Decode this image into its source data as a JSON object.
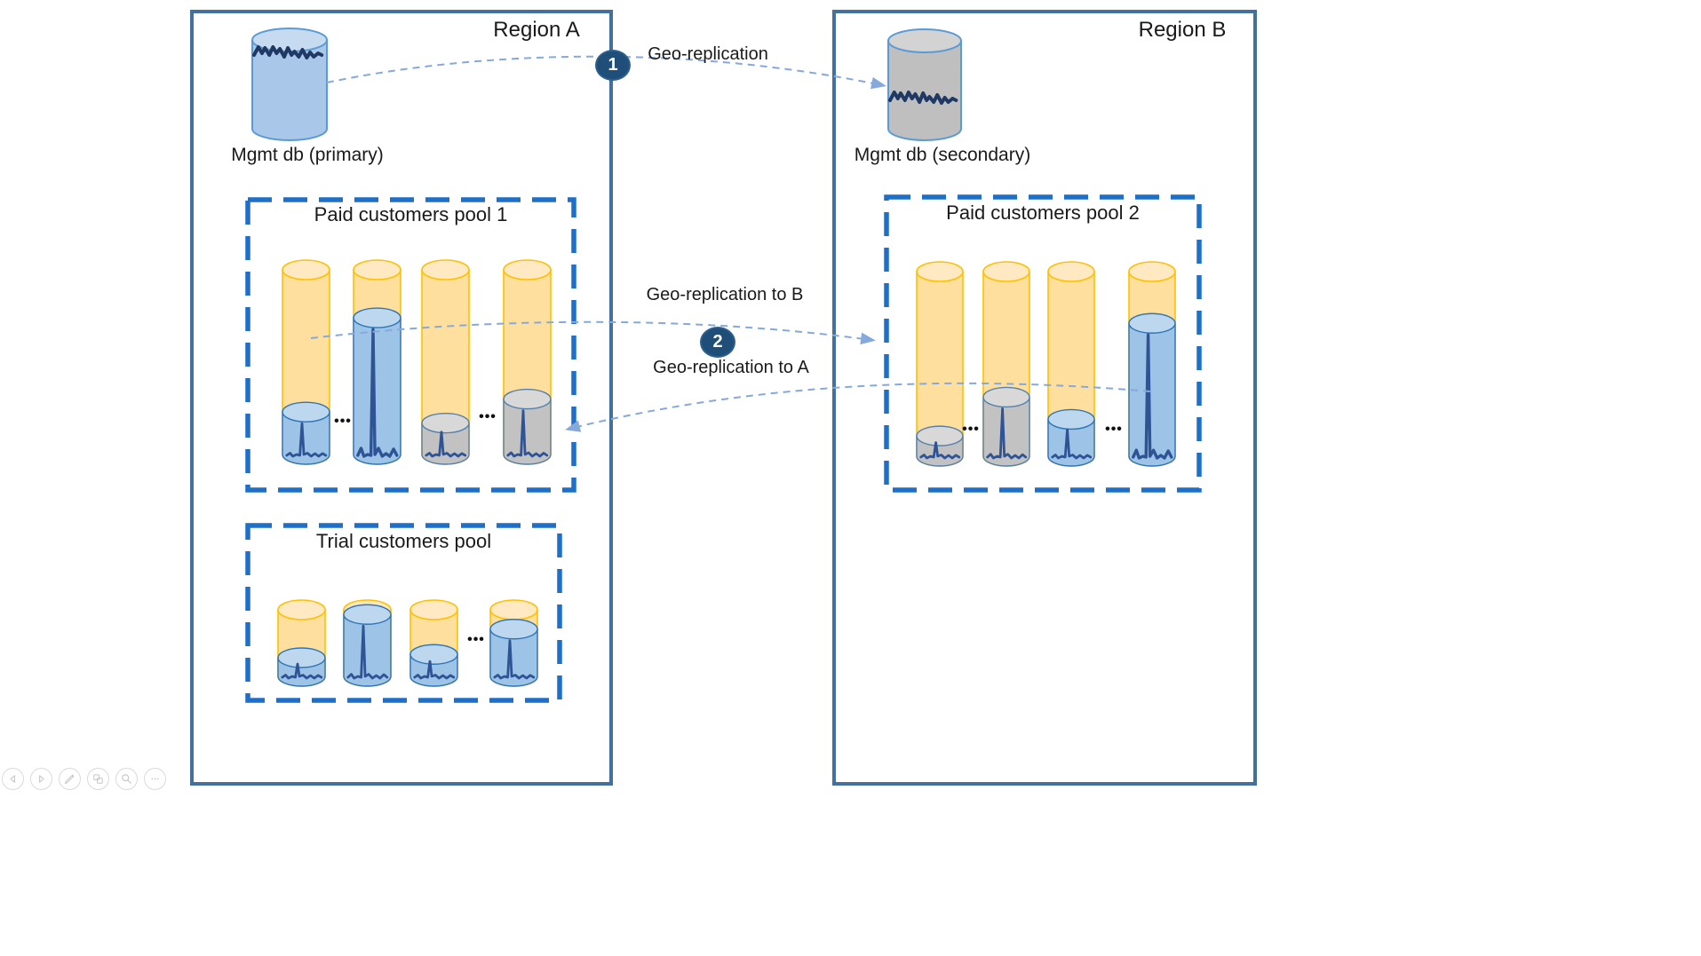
{
  "regions": {
    "a": {
      "title": "Region A"
    },
    "b": {
      "title": "Region B"
    }
  },
  "databases": {
    "primary": {
      "label": "Mgmt db (primary)"
    },
    "secondary": {
      "label": "Mgmt db (secondary)"
    }
  },
  "pools": {
    "paid1": {
      "title": "Paid customers pool 1",
      "region": "a",
      "databases": [
        {
          "fill_pct": 23,
          "kind": "blue"
        },
        {
          "fill_pct": 74,
          "kind": "blue"
        },
        {
          "fill_pct": 17,
          "kind": "gray"
        },
        {
          "fill_pct": 30,
          "kind": "gray"
        }
      ]
    },
    "trial": {
      "title": "Trial customers pool",
      "region": "a",
      "databases": [
        {
          "fill_pct": 28,
          "kind": "blue"
        },
        {
          "fill_pct": 93,
          "kind": "blue"
        },
        {
          "fill_pct": 33,
          "kind": "blue"
        },
        {
          "fill_pct": 71,
          "kind": "blue"
        }
      ]
    },
    "paid2": {
      "title": "Paid customers pool 2",
      "region": "b",
      "databases": [
        {
          "fill_pct": 11,
          "kind": "gray"
        },
        {
          "fill_pct": 32,
          "kind": "gray"
        },
        {
          "fill_pct": 20,
          "kind": "blue"
        },
        {
          "fill_pct": 72,
          "kind": "blue"
        }
      ]
    }
  },
  "arrows": {
    "geo_replication": {
      "badge": "1",
      "label": "Geo-replication"
    },
    "geo_to_b": {
      "badge": "2",
      "label": "Geo-replication to B"
    },
    "geo_to_a": {
      "label": "Geo-replication to A"
    }
  },
  "ellipsis": "•••",
  "toolbar": {
    "buttons": [
      "previous-slide",
      "next-slide",
      "pen",
      "slide-sorter",
      "zoom",
      "more-options"
    ]
  },
  "colors": {
    "region_border": "#41719C",
    "pool_border": "#1E6FC8",
    "pool_db_fill": "#FFDF9E",
    "pool_db_top": "#FFE9C2",
    "pool_db_stroke": "#FFC000",
    "usage_fill": "#9DC3E6",
    "usage_top": "#BDD7EE",
    "usage_stroke": "#2E75B6",
    "usage_fill_gray": "#C2C2C2",
    "usage_top_gray": "#D8D8D8",
    "usage_stroke_gray": "#5580AB",
    "usage_line": "#2F5496",
    "mgmt_wave": "#1F3864",
    "mgmt_primary_fill": "#A9C7E9",
    "mgmt_primary_top": "#C6DAF0",
    "mgmt_secondary_fill": "#BFBFBF",
    "mgmt_secondary_top": "#D3D3D3",
    "mgmt_stroke": "#5B9BD5",
    "arrow": "#85A9DB",
    "badge_bg": "#1F4E79",
    "badge_ring": "#2D618D",
    "text": "#1A1A1A"
  }
}
